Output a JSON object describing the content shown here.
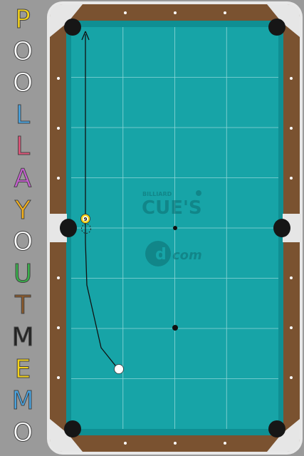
{
  "sidebar": {
    "letters": [
      {
        "char": "P",
        "color": "#f5d31b"
      },
      {
        "char": "O",
        "color": "#ffffff"
      },
      {
        "char": "O",
        "color": "#ffffff"
      },
      {
        "char": "L",
        "color": "#4aa3df"
      },
      {
        "char": "L",
        "color": "#e0567a"
      },
      {
        "char": "A",
        "color": "#c65fd0"
      },
      {
        "char": "Y",
        "color": "#f5b11b"
      },
      {
        "char": "O",
        "color": "#ffffff"
      },
      {
        "char": "U",
        "color": "#38b04a"
      },
      {
        "char": "T",
        "color": "#8b5a2b"
      },
      {
        "char": "M",
        "color": "#222222"
      },
      {
        "char": "E",
        "color": "#f5d31b"
      },
      {
        "char": "M",
        "color": "#4aa3df"
      },
      {
        "char": "O",
        "color": "#ffffff"
      }
    ]
  },
  "table": {
    "colors": {
      "cloth": "#17a4a7",
      "cushion": "#0f8f93",
      "rail": "#7a5230",
      "pocket": "#161616",
      "corner_cap": "#dddddd",
      "diamond": "#ffffff",
      "grid": "#8fd6d7",
      "path": "#111111"
    },
    "logo_top_small": "BILLIARD",
    "logo_top": "CUE'S",
    "logo_bottom": "com",
    "ball": {
      "number": "9"
    }
  }
}
